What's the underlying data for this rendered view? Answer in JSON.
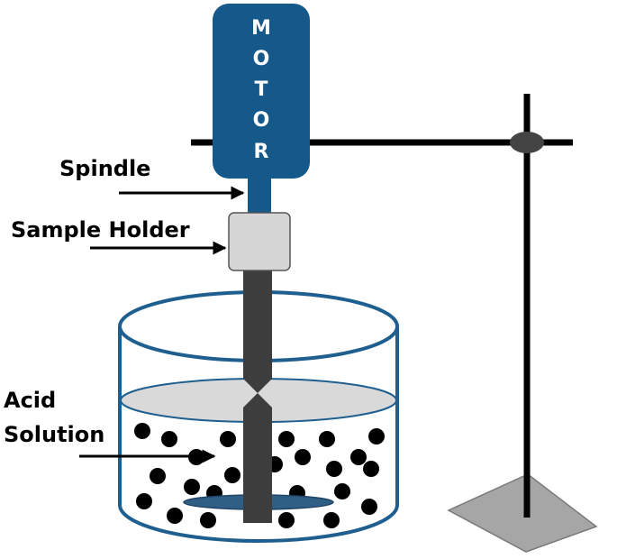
{
  "labels": {
    "motor": [
      "M",
      "O",
      "T",
      "O",
      "R"
    ],
    "spindle": "Spindle",
    "sample_holder": "Sample Holder",
    "acid_line1": "Acid",
    "acid_line2": "Solution"
  },
  "colors": {
    "motor_fill": "#15598a",
    "sample_holder_fill": "#d6d6d6",
    "beaker_outline": "#1f5f8f",
    "liquid_surface": "#d9d9d9",
    "rod": "#3d3d3d",
    "stand_base": "#a6a6a6",
    "particles": "#000000"
  }
}
